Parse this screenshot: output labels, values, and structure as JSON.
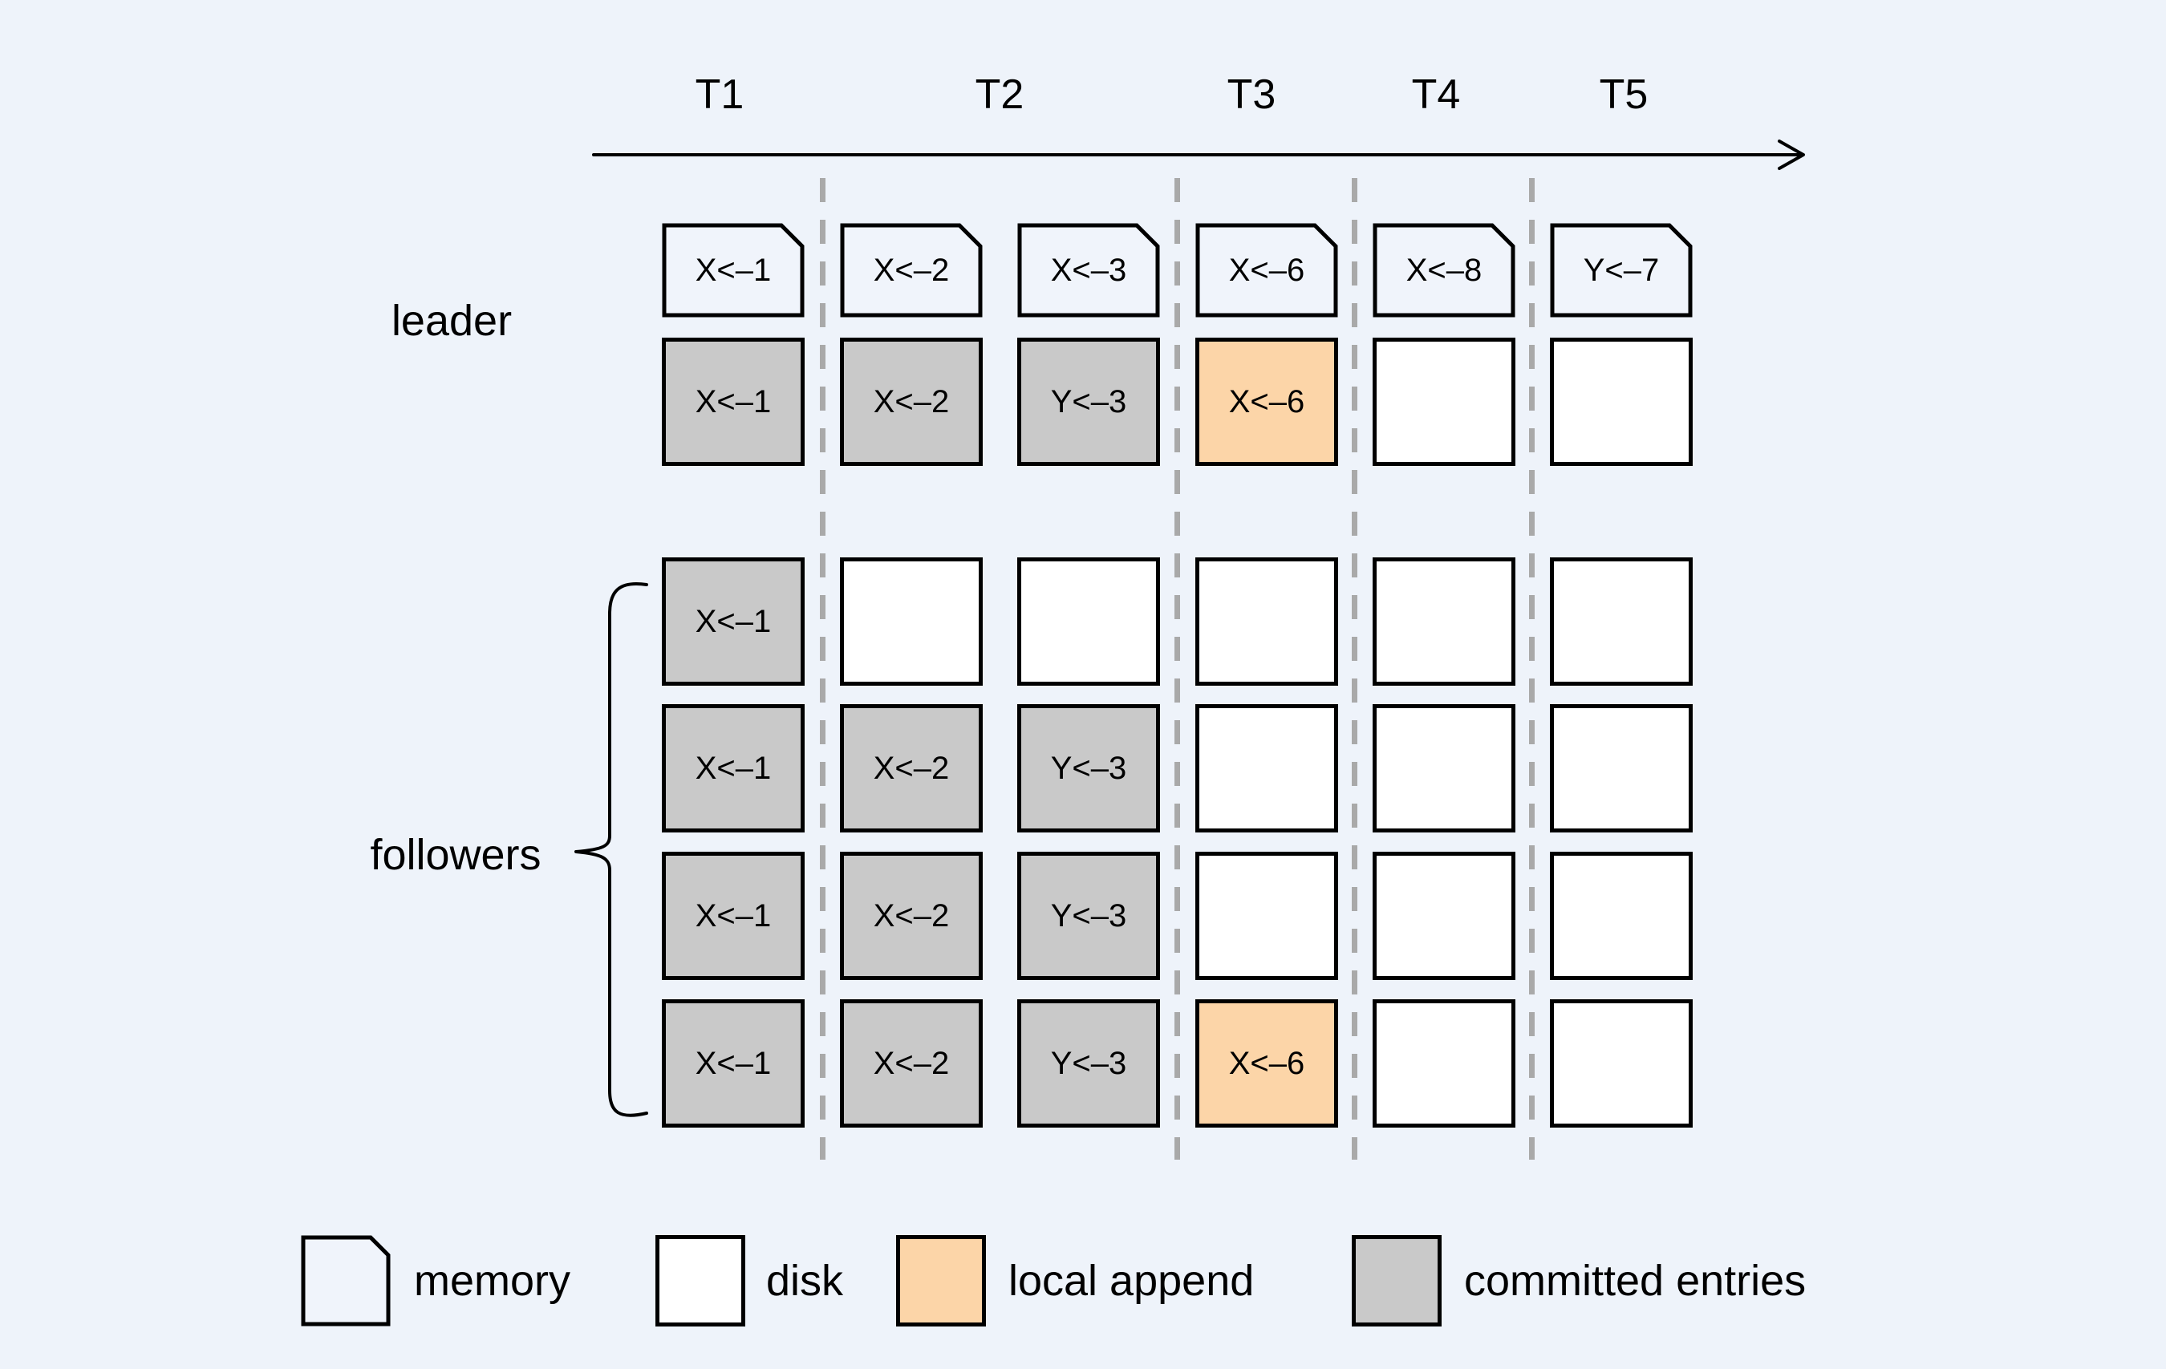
{
  "colors": {
    "background": "#eef3fa",
    "memory_fill": "#f0f4fb",
    "disk_fill": "#ffffff",
    "committed_fill": "#c9c9c9",
    "local_append_fill": "#fcd5a8",
    "dashed": "#a9a9a9",
    "line": "#000000"
  },
  "timeline": {
    "ticks": [
      {
        "label": "T1"
      },
      {
        "label": "T2"
      },
      {
        "label": "T3"
      },
      {
        "label": "T4"
      },
      {
        "label": "T5"
      }
    ]
  },
  "leader": {
    "label": "leader",
    "memory_row": [
      {
        "value": "X<–1",
        "state": "memory"
      },
      {
        "value": "X<–2",
        "state": "memory"
      },
      {
        "value": "X<–3",
        "state": "memory"
      },
      {
        "value": "X<–6",
        "state": "memory"
      },
      {
        "value": "X<–8",
        "state": "memory"
      },
      {
        "value": "Y<–7",
        "state": "memory"
      }
    ],
    "disk_row": [
      {
        "value": "X<–1",
        "state": "committed"
      },
      {
        "value": "X<–2",
        "state": "committed"
      },
      {
        "value": "Y<–3",
        "state": "committed"
      },
      {
        "value": "X<–6",
        "state": "local-append"
      },
      {
        "value": "",
        "state": "disk"
      },
      {
        "value": "",
        "state": "disk"
      }
    ]
  },
  "followers": {
    "label": "followers",
    "rows": [
      [
        {
          "value": "X<–1",
          "state": "committed"
        },
        {
          "value": "",
          "state": "disk"
        },
        {
          "value": "",
          "state": "disk"
        },
        {
          "value": "",
          "state": "disk"
        },
        {
          "value": "",
          "state": "disk"
        },
        {
          "value": "",
          "state": "disk"
        }
      ],
      [
        {
          "value": "X<–1",
          "state": "committed"
        },
        {
          "value": "X<–2",
          "state": "committed"
        },
        {
          "value": "Y<–3",
          "state": "committed"
        },
        {
          "value": "",
          "state": "disk"
        },
        {
          "value": "",
          "state": "disk"
        },
        {
          "value": "",
          "state": "disk"
        }
      ],
      [
        {
          "value": "X<–1",
          "state": "committed"
        },
        {
          "value": "X<–2",
          "state": "committed"
        },
        {
          "value": "Y<–3",
          "state": "committed"
        },
        {
          "value": "",
          "state": "disk"
        },
        {
          "value": "",
          "state": "disk"
        },
        {
          "value": "",
          "state": "disk"
        }
      ],
      [
        {
          "value": "X<–1",
          "state": "committed"
        },
        {
          "value": "X<–2",
          "state": "committed"
        },
        {
          "value": "Y<–3",
          "state": "committed"
        },
        {
          "value": "X<–6",
          "state": "local-append"
        },
        {
          "value": "",
          "state": "disk"
        },
        {
          "value": "",
          "state": "disk"
        }
      ]
    ]
  },
  "legend": {
    "items": [
      {
        "label": "memory",
        "state": "memory"
      },
      {
        "label": "disk",
        "state": "disk"
      },
      {
        "label": "local append",
        "state": "local-append"
      },
      {
        "label": "committed entries",
        "state": "committed"
      }
    ]
  }
}
